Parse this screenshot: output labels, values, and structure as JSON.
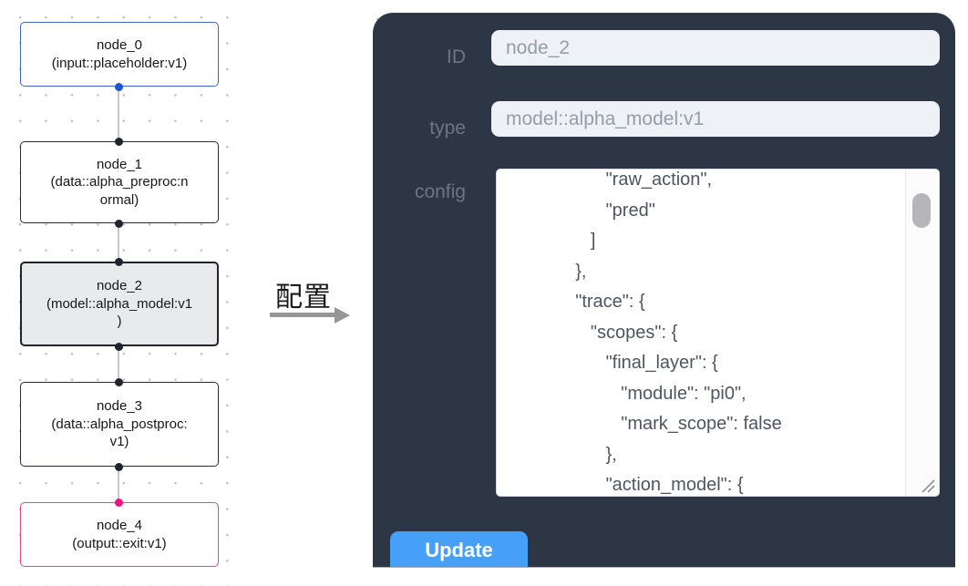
{
  "canvas": {
    "nodes": [
      {
        "variant": "input",
        "lines": [
          "node_0",
          "(input::placeholder:v1)"
        ]
      },
      {
        "variant": "default",
        "lines": [
          "node_1",
          "(data::alpha_preproc:n",
          "ormal)"
        ]
      },
      {
        "variant": "selected",
        "lines": [
          "node_2",
          "(model::alpha_model:v1",
          ")"
        ]
      },
      {
        "variant": "default",
        "lines": [
          "node_3",
          "(data::alpha_postproc:",
          "v1)"
        ]
      },
      {
        "variant": "output",
        "lines": [
          "node_4",
          "(output::exit:v1)"
        ]
      }
    ]
  },
  "annotation": {
    "label": "配置"
  },
  "panel": {
    "fields": [
      {
        "label": "ID",
        "value": "node_2"
      },
      {
        "label": "type",
        "value": "model::alpha_model:v1"
      }
    ],
    "config_label": "config",
    "config_lines": [
      "                   \"raw_action\",",
      "                   \"pred\"",
      "                ]",
      "             },",
      "             \"trace\": {",
      "                \"scopes\": {",
      "                   \"final_layer\": {",
      "                      \"module\": \"pi0\",",
      "                      \"mark_scope\": false",
      "                   },",
      "                   \"action_model\": {"
    ],
    "update_label": "Update"
  },
  "colors": {
    "panel_bg": "#2d3645",
    "accent_button": "#47a0f7",
    "input_node_border": "#3e66c9",
    "output_node_border": "#e2498f",
    "input_port": "#1d55d8",
    "output_port": "#f5117f",
    "default_port": "#20242f",
    "selected_node_fill": "#e9eaeb"
  }
}
